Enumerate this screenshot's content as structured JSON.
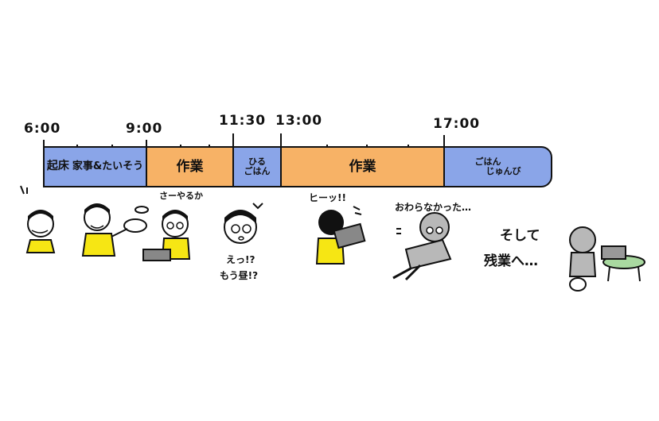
{
  "ticks": [
    {
      "label": "6:00"
    },
    {
      "label": "9:00"
    },
    {
      "label": "11:30"
    },
    {
      "label": "13:00"
    },
    {
      "label": "17:00"
    }
  ],
  "segments": [
    {
      "label_a": "起床",
      "label_b": "家事&たいそう",
      "color": "#8aa5e8"
    },
    {
      "label": "作業",
      "color": "#f7b266"
    },
    {
      "label_a": "ひる",
      "label_b": "ごはん",
      "color": "#8aa5e8"
    },
    {
      "label": "作業",
      "color": "#f7b266"
    },
    {
      "label_a": "ごはん",
      "label_b": "じゅんび",
      "color": "#8aa5e8"
    }
  ],
  "captions": {
    "sayaruka": "さーやるか",
    "etsu": "えっ!?",
    "mouhiru": "もう昼!?",
    "hitsu": "ヒーッ!!",
    "owaranakatta": "おわらなかった…",
    "soshite": "そして",
    "zangyou": "残業へ…"
  }
}
